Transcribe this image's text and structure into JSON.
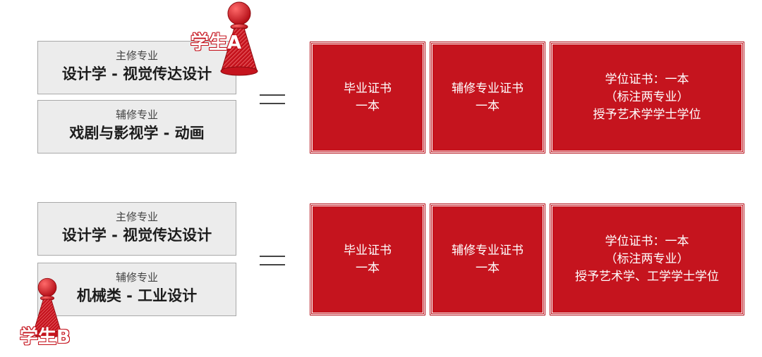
{
  "colors": {
    "red": "#c5141e",
    "gray_box": "#ececec",
    "gray_border": "#a9a9a9"
  },
  "studentA": {
    "label": "学生A",
    "major": {
      "title": "主修专业",
      "value": "设计学 - 视觉传达设计"
    },
    "minor": {
      "title": "辅修专业",
      "value": "戏剧与影视学 - 动画"
    },
    "equals": "=",
    "outcomes": [
      {
        "lines": [
          "毕业证书",
          "一本"
        ]
      },
      {
        "lines": [
          "辅修专业证书",
          "一本"
        ]
      },
      {
        "lines": [
          "学位证书：一本",
          "（标注两专业）",
          "授予艺术学学士学位"
        ]
      }
    ]
  },
  "studentB": {
    "label": "学生B",
    "major": {
      "title": "主修专业",
      "value": "设计学 - 视觉传达设计"
    },
    "minor": {
      "title": "辅修专业",
      "value": "机械类 - 工业设计"
    },
    "equals": "=",
    "outcomes": [
      {
        "lines": [
          "毕业证书",
          "一本"
        ]
      },
      {
        "lines": [
          "辅修专业证书",
          "一本"
        ]
      },
      {
        "lines": [
          "学位证书：一本",
          "（标注两专业）",
          "授予艺术学、工学学士学位"
        ]
      }
    ]
  }
}
